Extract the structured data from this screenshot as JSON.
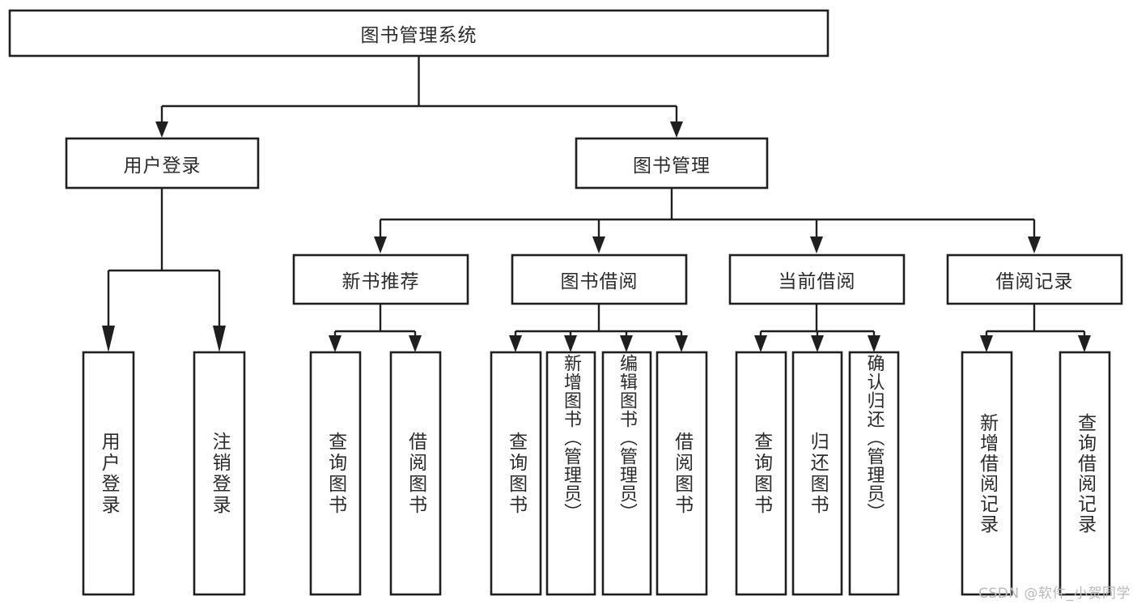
{
  "diagram": {
    "title": "图书管理系统",
    "type": "tree",
    "watermark": "CSDN @软件_小贺同学",
    "colors": {
      "box_stroke": "#1f1f1f",
      "box_fill": "#ffffff",
      "text": "#2b2b2b",
      "connector": "#1f1f1f",
      "watermark": "#b9b9b9",
      "background": "#ffffff"
    },
    "levels": {
      "root": {
        "label": "图书管理系统",
        "orientation": "horizontal"
      },
      "level2": [
        {
          "label": "用户登录",
          "orientation": "horizontal"
        },
        {
          "label": "图书管理",
          "orientation": "horizontal"
        }
      ],
      "level3": [
        {
          "label": "新书推荐",
          "orientation": "horizontal"
        },
        {
          "label": "图书借阅",
          "orientation": "horizontal"
        },
        {
          "label": "当前借阅",
          "orientation": "horizontal"
        },
        {
          "label": "借阅记录",
          "orientation": "horizontal"
        }
      ],
      "leaves": [
        {
          "label": "用户登录",
          "orientation": "vertical",
          "parent": "用户登录"
        },
        {
          "label": "注销登录",
          "orientation": "vertical",
          "parent": "用户登录"
        },
        {
          "label": "查询图书",
          "orientation": "vertical",
          "parent": "新书推荐"
        },
        {
          "label": "借阅图书",
          "orientation": "vertical",
          "parent": "新书推荐"
        },
        {
          "label": "查询图书",
          "orientation": "vertical",
          "parent": "图书借阅"
        },
        {
          "label": "新增图书（管理员）",
          "orientation": "vertical",
          "parent": "图书借阅"
        },
        {
          "label": "编辑图书（管理员）",
          "orientation": "vertical",
          "parent": "图书借阅"
        },
        {
          "label": "借阅图书",
          "orientation": "vertical",
          "parent": "图书借阅"
        },
        {
          "label": "查询图书",
          "orientation": "vertical",
          "parent": "当前借阅"
        },
        {
          "label": "归还图书",
          "orientation": "vertical",
          "parent": "当前借阅"
        },
        {
          "label": "确认归还（管理员）",
          "orientation": "vertical",
          "parent": "当前借阅"
        },
        {
          "label": "新增借阅记录",
          "orientation": "vertical",
          "parent": "借阅记录"
        },
        {
          "label": "查询借阅记录",
          "orientation": "vertical",
          "parent": "借阅记录"
        }
      ]
    }
  }
}
